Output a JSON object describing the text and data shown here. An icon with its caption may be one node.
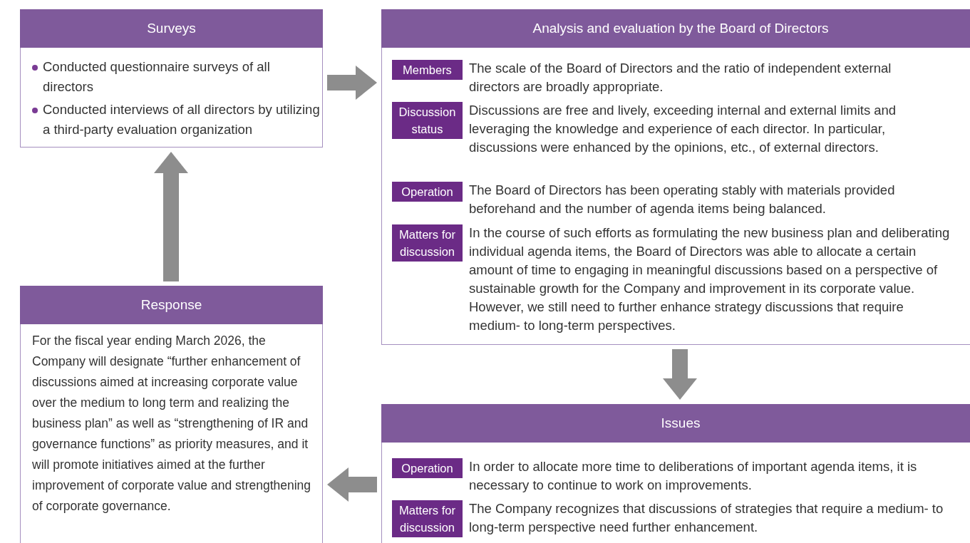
{
  "diagram": {
    "nodes": [
      {
        "text": [
          "Surveys",
          "Conducted questionnaire surveys of all directors",
          "Conducted interviews of all directors by utilizing a third-party evaluation organization"
        ]
      },
      {
        "text": [
          "Analysis and evaluation by the Board of Directors"
        ]
      },
      {
        "text": [
          "Members"
        ],
        "in": 1,
        "beside": [
          "The scale of the Board of Directors and the ratio of independent external directors are broadly appropriate."
        ]
      },
      {
        "text": [
          "Discussion status"
        ],
        "in": 1,
        "beside": [
          "Discussions are free and lively, exceeding internal and external limits and leveraging the knowledge and experience of each director. In particular, discussions were enhanced by the opinions, etc., of external directors."
        ]
      },
      {
        "text": [
          "Operation"
        ],
        "in": 1,
        "beside": [
          "The Board of Directors has been operating stably with materials provided beforehand and the number of agenda items being balanced."
        ]
      },
      {
        "text": [
          "Matters for discussion"
        ],
        "in": 1,
        "beside": [
          "In the course of such efforts as formulating the new business plan and deliberating individual agenda items, the Board of Directors was able to allocate a certain amount of time to engaging in meaningful discussions based on a perspective of sustainable growth for the Company and improvement in its corporate value. However, we still need to further enhance strategy discussions that require medium- to long-term perspectives."
        ]
      },
      {
        "text": [
          "Issues"
        ]
      },
      {
        "text": [
          "Operation"
        ],
        "in": 6,
        "beside": [
          "In order to allocate more time to deliberations of important agenda items, it is necessary to continue to work on improvements."
        ]
      },
      {
        "text": [
          "Matters for discussion"
        ],
        "in": 6,
        "beside": [
          "The Company recognizes that discussions of strategies that require a medium- to long-term perspective need further enhancement."
        ]
      },
      {
        "text": [
          "Response",
          "For the fiscal year ending March 2026, the Company will designate “further enhancement of discussions aimed at increasing corporate value over the medium to long term and realizing the business plan” as well as “strengthening of IR and governance functions” as priority measures, and it will promote initiatives aimed at the further improvement of corporate value and strengthening of corporate governance."
        ]
      }
    ],
    "edges": [
      {
        "from": 0,
        "to": 1,
        "arrow": "to"
      },
      {
        "from": 1,
        "to": 6,
        "arrow": "to"
      },
      {
        "from": 6,
        "to": 9,
        "arrow": "to"
      },
      {
        "from": 9,
        "to": 0,
        "arrow": "to"
      }
    ]
  }
}
